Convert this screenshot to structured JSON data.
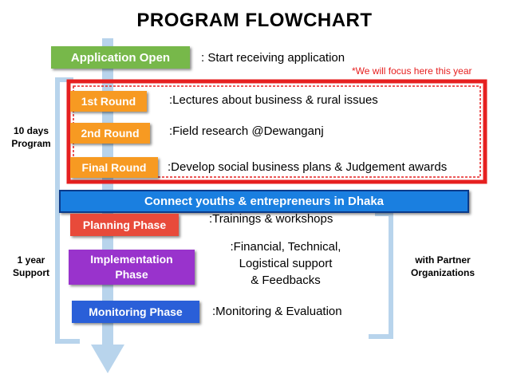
{
  "title": "PROGRAM FLOWCHART",
  "application": {
    "label": "Application Open",
    "description": ": Start receiving application"
  },
  "focus_note": "*We will focus here this year",
  "program_label": "10 days\nProgram",
  "rounds": [
    {
      "label": "1st Round",
      "description": ":Lectures about business & rural issues"
    },
    {
      "label": "2nd Round",
      "description": ":Field research @Dewanganj"
    },
    {
      "label": "Final Round",
      "description": ":Develop social business plans & Judgement awards"
    }
  ],
  "connect_banner": "Connect youths & entrepreneurs in Dhaka",
  "support_label": "1 year\nSupport",
  "partner_label": "with Partner\nOrganizations",
  "phases": [
    {
      "label": "Planning Phase",
      "description": ":Trainings & workshops"
    },
    {
      "label": "Implementation\nPhase",
      "description": ":Financial, Technical,\nLogistical support\n& Feedbacks"
    },
    {
      "label": "Monitoring Phase",
      "description": ":Monitoring & Evaluation"
    }
  ],
  "colors": {
    "application": "#77b84a",
    "round": "#f79a22",
    "red_frame": "#e62020",
    "connect": "#1a7fe0",
    "planning": "#e84a3a",
    "implementation": "#9933cc",
    "monitoring": "#2a5fd8",
    "flow_line": "#b8d4ec"
  }
}
